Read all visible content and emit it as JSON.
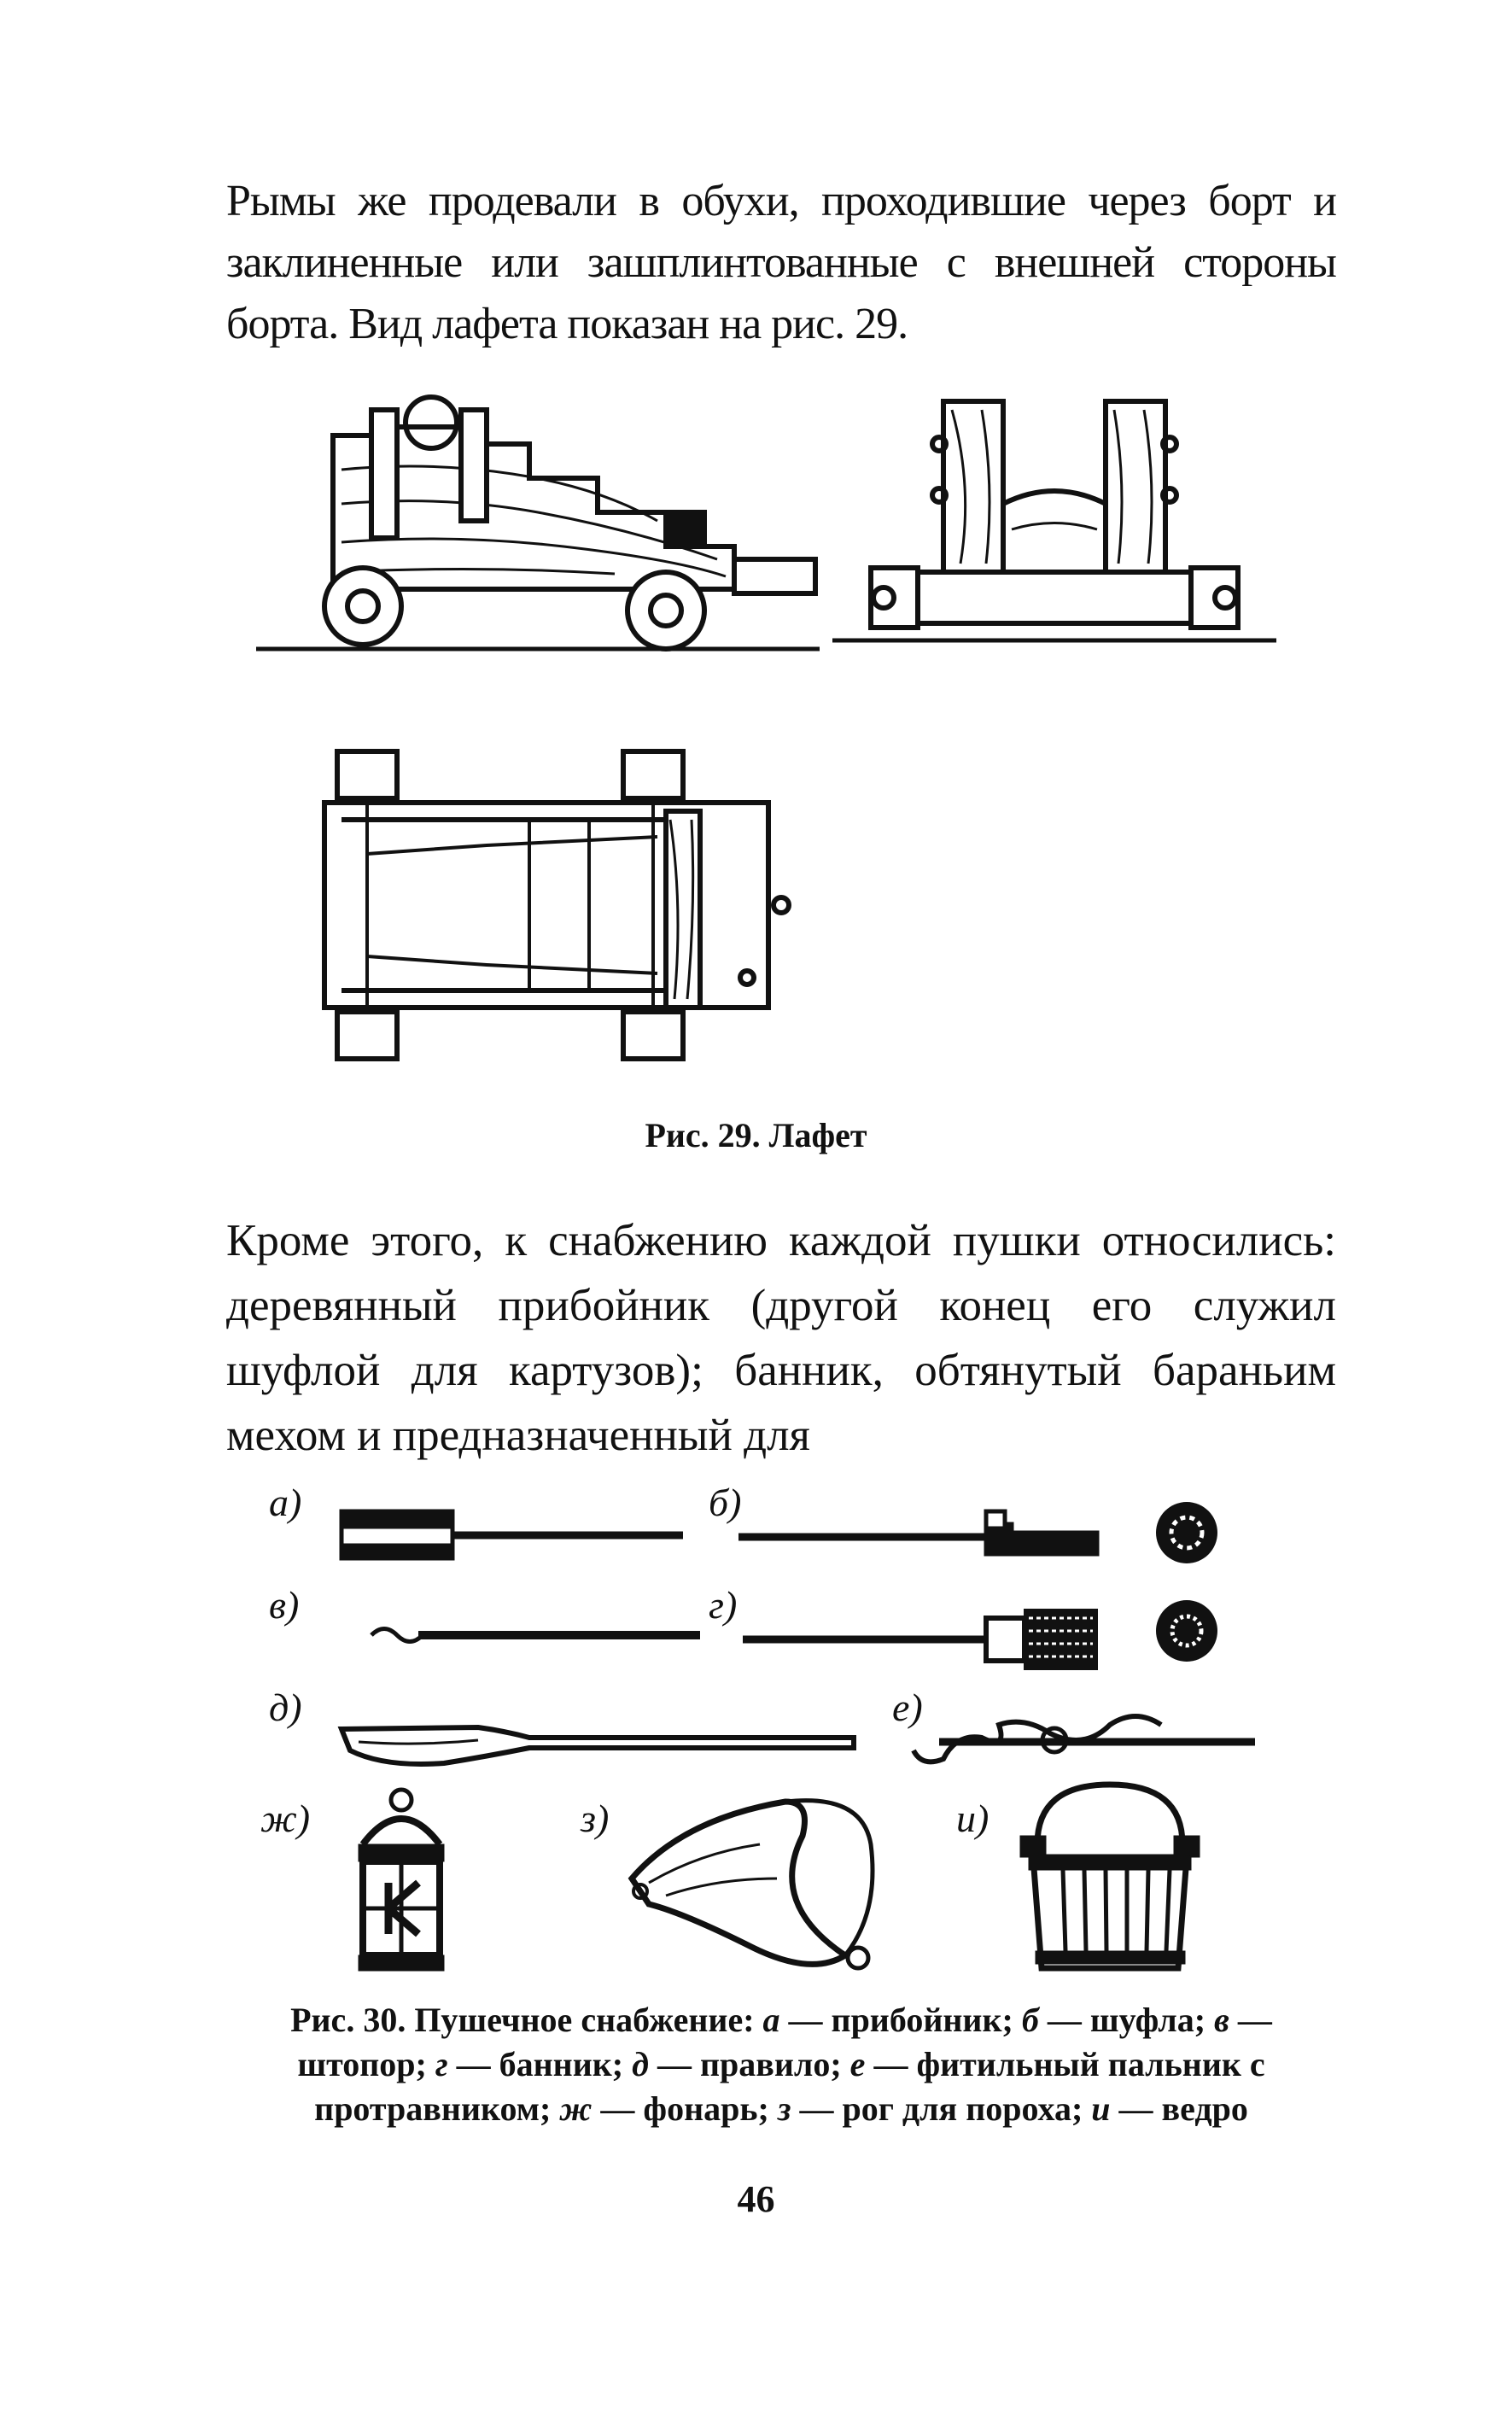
{
  "paragraph_1": "Рымы же продевали в обухи, проходившие через борт и заклиненные или зашплинтованные с внешней стороны борта. Вид лафета показан на рис. 29.",
  "figure_29": {
    "caption": "Рис. 29. Лафет"
  },
  "paragraph_2": "Кроме этого, к снабжению каждой пушки относились: деревянный прибойник (другой конец его служил шуфлой для картузов); банник, обтянутый бараньим мехом и предназначенный для",
  "figure_30": {
    "labels": [
      "а)",
      "б)",
      "в)",
      "г)",
      "д)",
      "е)",
      "ж)",
      "з)",
      "и)"
    ],
    "caption_prefix": "Рис. 30. Пушечное снабжение: ",
    "items": [
      {
        "letter": "а",
        "text": " — прибойник; "
      },
      {
        "letter": "б",
        "text": " — шуфла; "
      },
      {
        "letter": "в",
        "text": " — штопор; "
      },
      {
        "letter": "г",
        "text": " — банник; "
      },
      {
        "letter": "д",
        "text": " — правило; "
      },
      {
        "letter": "е",
        "text": " — фитильный пальник с протравником; "
      },
      {
        "letter": "ж",
        "text": " — фонарь; "
      },
      {
        "letter": "з",
        "text": " — рог для пороха; "
      },
      {
        "letter": "и",
        "text": " — ведро"
      }
    ]
  },
  "page_number": "46",
  "colors": {
    "ink": "#111111",
    "paper": "#ffffff"
  }
}
